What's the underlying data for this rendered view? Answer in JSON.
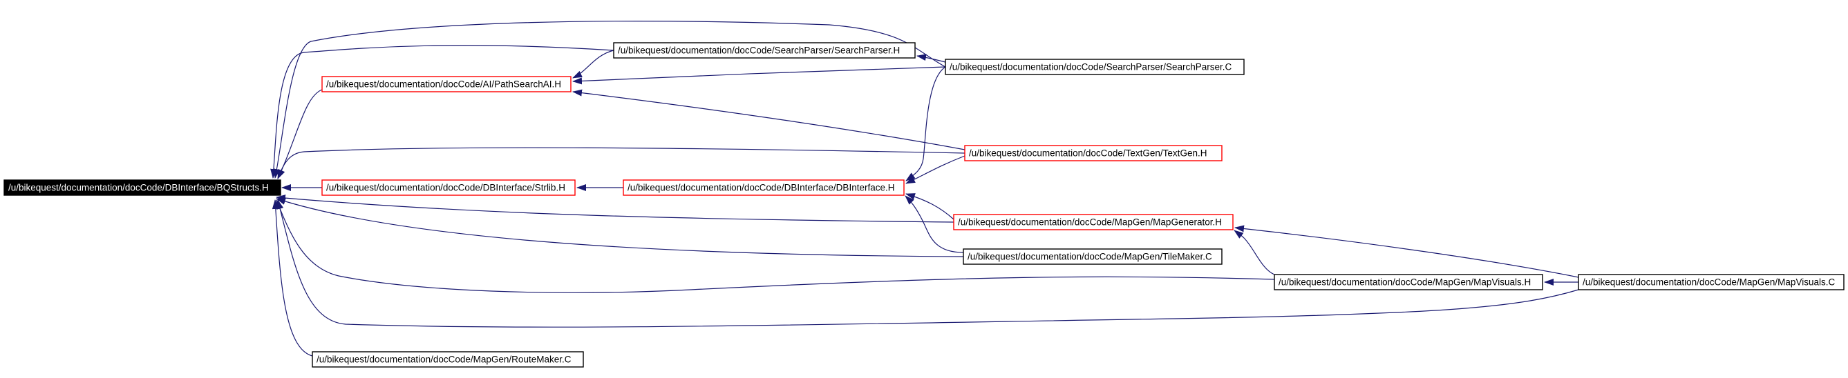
{
  "colors": {
    "edge": "#191970",
    "arrow": "#191970",
    "root_fill": "#000000",
    "root_text": "#ffffff",
    "node_fill": "#ffffff",
    "node_text": "#000000",
    "border_complete": "#000000",
    "border_truncated": "#ff0000"
  },
  "nodes": {
    "bqstructs": {
      "label": "/u/bikequest/documentation/docCode/DBInterface/BQStructs.H",
      "style": "root"
    },
    "searchparser_h": {
      "label": "/u/bikequest/documentation/docCode/SearchParser/SearchParser.H",
      "style": "complete"
    },
    "searchparser_c": {
      "label": "/u/bikequest/documentation/docCode/SearchParser/SearchParser.C",
      "style": "complete"
    },
    "pathsearchai_h": {
      "label": "/u/bikequest/documentation/docCode/AI/PathSearchAI.H",
      "style": "truncated"
    },
    "textgen_h": {
      "label": "/u/bikequest/documentation/docCode/TextGen/TextGen.H",
      "style": "truncated"
    },
    "strlib_h": {
      "label": "/u/bikequest/documentation/docCode/DBInterface/Strlib.H",
      "style": "truncated"
    },
    "dbinterface_h": {
      "label": "/u/bikequest/documentation/docCode/DBInterface/DBInterface.H",
      "style": "truncated"
    },
    "mapgenerator_h": {
      "label": "/u/bikequest/documentation/docCode/MapGen/MapGenerator.H",
      "style": "truncated"
    },
    "tilemaker_c": {
      "label": "/u/bikequest/documentation/docCode/MapGen/TileMaker.C",
      "style": "complete"
    },
    "mapvisuals_h": {
      "label": "/u/bikequest/documentation/docCode/MapGen/MapVisuals.H",
      "style": "complete"
    },
    "mapvisuals_c": {
      "label": "/u/bikequest/documentation/docCode/MapGen/MapVisuals.C",
      "style": "complete"
    },
    "routemaker_c": {
      "label": "/u/bikequest/documentation/docCode/MapGen/RouteMaker.C",
      "style": "complete"
    }
  },
  "edges": [
    {
      "from": "searchparser_h",
      "to": "bqstructs"
    },
    {
      "from": "searchparser_c",
      "to": "bqstructs"
    },
    {
      "from": "pathsearchai_h",
      "to": "bqstructs"
    },
    {
      "from": "textgen_h",
      "to": "bqstructs"
    },
    {
      "from": "strlib_h",
      "to": "bqstructs"
    },
    {
      "from": "mapgenerator_h",
      "to": "bqstructs"
    },
    {
      "from": "tilemaker_c",
      "to": "bqstructs"
    },
    {
      "from": "mapvisuals_h",
      "to": "bqstructs"
    },
    {
      "from": "mapvisuals_c",
      "to": "bqstructs"
    },
    {
      "from": "routemaker_c",
      "to": "bqstructs"
    },
    {
      "from": "searchparser_h",
      "to": "pathsearchai_h"
    },
    {
      "from": "searchparser_c",
      "to": "pathsearchai_h"
    },
    {
      "from": "textgen_h",
      "to": "pathsearchai_h"
    },
    {
      "from": "searchparser_c",
      "to": "searchparser_h"
    },
    {
      "from": "dbinterface_h",
      "to": "strlib_h"
    },
    {
      "from": "searchparser_c",
      "to": "dbinterface_h"
    },
    {
      "from": "textgen_h",
      "to": "dbinterface_h"
    },
    {
      "from": "mapgenerator_h",
      "to": "dbinterface_h"
    },
    {
      "from": "tilemaker_c",
      "to": "dbinterface_h"
    },
    {
      "from": "mapvisuals_h",
      "to": "mapgenerator_h"
    },
    {
      "from": "mapvisuals_c",
      "to": "mapgenerator_h"
    },
    {
      "from": "mapvisuals_c",
      "to": "mapvisuals_h"
    }
  ]
}
